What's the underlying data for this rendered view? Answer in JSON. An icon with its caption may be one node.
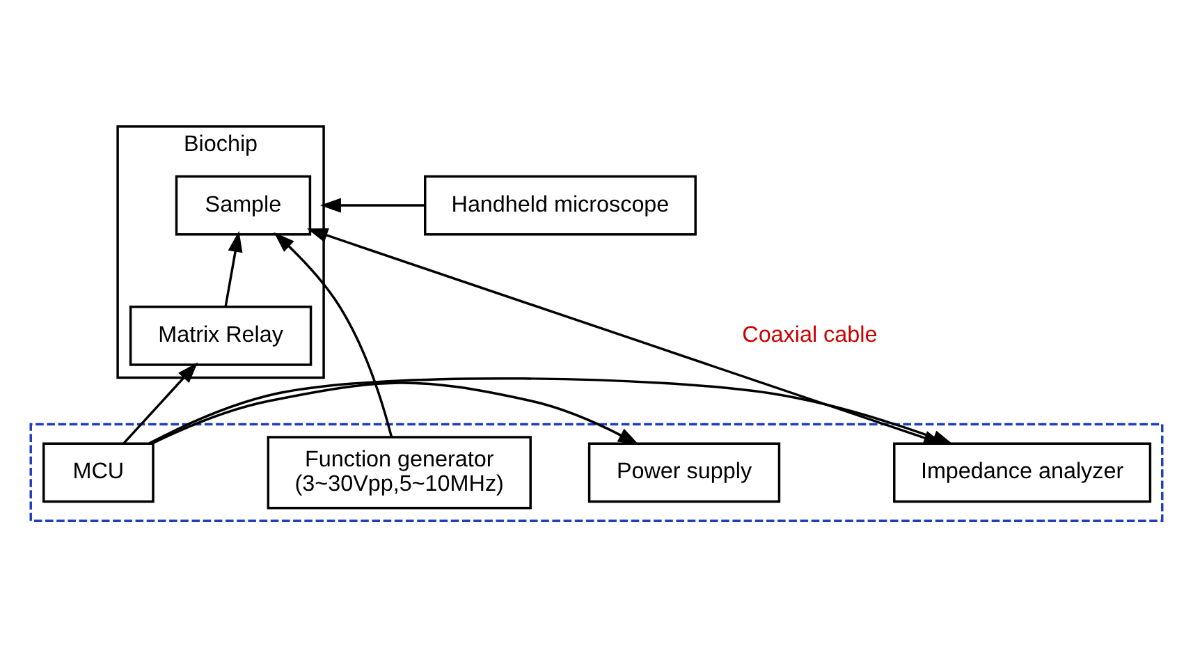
{
  "diagram": {
    "nodes": [
      {
        "text": [
          "Biochip"
        ]
      },
      {
        "text": [
          "Sample"
        ],
        "in": 0
      },
      {
        "text": [
          "Matrix Relay"
        ],
        "in": 0
      },
      {
        "text": [
          "Handheld microscope"
        ]
      },
      {
        "text": [],
        "shape": "box"
      },
      {
        "text": [
          "Power supply"
        ],
        "in": 4
      },
      {
        "text": [
          "Impedance analyzer"
        ],
        "in": 4
      },
      {
        "text": [
          "MCU"
        ],
        "in": 4
      },
      {
        "text": [
          "Function generator",
          "(3~30Vpp,5~10MHz)"
        ],
        "in": 4
      }
    ],
    "edges": [
      {
        "from": 3,
        "to": 0,
        "arrow": "to"
      },
      {
        "from": 2,
        "to": 1,
        "arrow": "to"
      },
      {
        "from": 8,
        "to": 1,
        "arrow": "to"
      },
      {
        "from": 6,
        "to": 1,
        "arrow": "both",
        "label": "Coaxial cable"
      },
      {
        "from": 7,
        "to": 2,
        "arrow": "to"
      },
      {
        "from": 7,
        "to": 5,
        "arrow": "to"
      },
      {
        "from": 7,
        "to": 6,
        "arrow": "to"
      }
    ]
  }
}
